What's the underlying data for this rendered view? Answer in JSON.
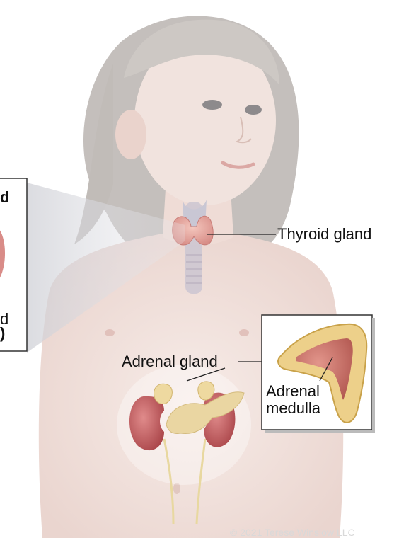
{
  "labels": {
    "thyroid": "Thyroid gland",
    "adrenal": "Adrenal gland",
    "adrenal_medulla_line1": "Adrenal",
    "adrenal_medulla_line2": "medulla"
  },
  "left_inset_fragments": {
    "top": "d",
    "middle": "d",
    "bottom": ")"
  },
  "copyright": "© 2021 Terese Winslow LLC",
  "colors": {
    "skin": "#f3e6e1",
    "hair": "#bdb8b5",
    "thyroid": "#e7a9a3",
    "kidney": "#c85f62",
    "adrenal": "#e8d29a",
    "adrenal_core": "#b4746c"
  }
}
